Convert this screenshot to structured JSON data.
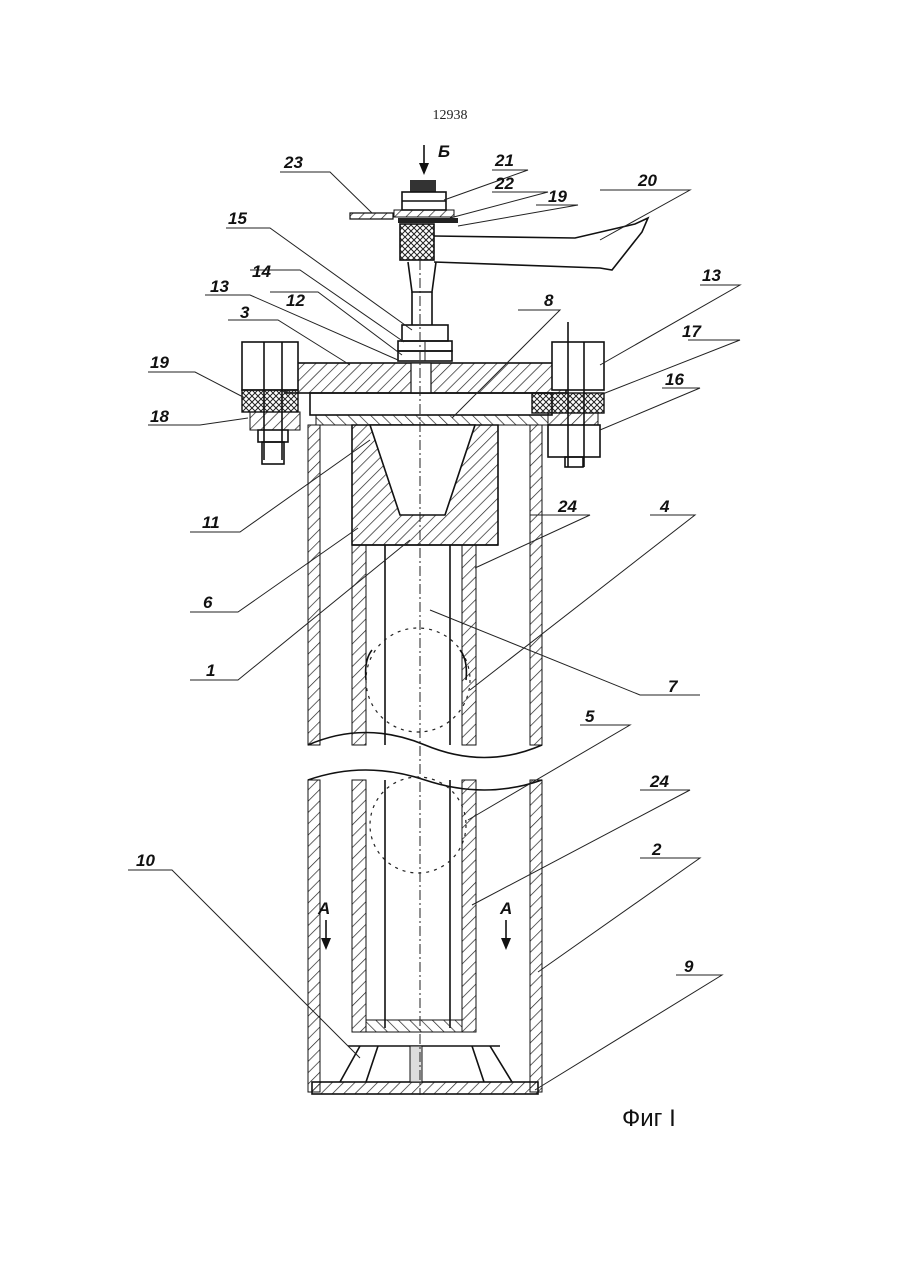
{
  "page_number": "12938",
  "figure_caption": "Фиг I",
  "labels": {
    "B": "Б",
    "n21": "21",
    "n22": "22",
    "n19_top": "19",
    "n20": "20",
    "n23": "23",
    "n15": "15",
    "n14": "14",
    "n12": "12",
    "n13_left": "13",
    "n3": "3",
    "n8": "8",
    "n13_right": "13",
    "n17": "17",
    "n16": "16",
    "n19_left": "19",
    "n18": "18",
    "n11": "11",
    "n24_top": "24",
    "n4": "4",
    "n6": "6",
    "n1": "1",
    "n7": "7",
    "n5": "5",
    "n24_bottom": "24",
    "n2": "2",
    "n10": "10",
    "n9": "9",
    "A_left": "A",
    "A_right": "A"
  }
}
